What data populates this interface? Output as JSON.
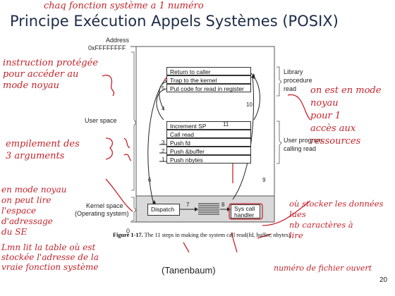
{
  "slide": {
    "title": "Principe Exécution Appels Systèmes (POSIX)",
    "page_number": "20",
    "attribution": "(Tanenbaum)"
  },
  "figure": {
    "address_label": "Address",
    "address_high": "0xFFFFFFFF",
    "address_low": "0",
    "user_space_label": "User space",
    "kernel_space_label": "Kernel space",
    "kernel_space_sub": "(Operating system)",
    "library_label": [
      "Library",
      "procedure",
      "read"
    ],
    "user_program_label": [
      "User program",
      "calling read"
    ],
    "library_steps": [
      "Return to caller",
      "Trap to the kernel",
      "Put code for read in register"
    ],
    "program_steps": [
      "Increment SP",
      "Call read",
      "Push fd",
      "Push &buffer",
      "Push nbytes"
    ],
    "step_numbers": {
      "n1": "1",
      "n2": "2",
      "n3": "3",
      "n4": "4",
      "n5": "5",
      "n6": "6",
      "n7": "7",
      "n8": "8",
      "n9": "9",
      "n10": "10",
      "n11": "11"
    },
    "dispatch_label": "Dispatch",
    "handler_label": [
      "Sys call",
      "handler"
    ],
    "caption_bold": "Figure 1-17.",
    "caption_text": "The 11 steps in making the system call read(fd, buffer, nbytes)."
  },
  "annotations": {
    "top": "chaq fonction système a 1 numéro",
    "left_1": [
      "instruction protégée",
      "pour accéder au",
      "mode noyau"
    ],
    "left_2": [
      "empilement des",
      "3 arguments"
    ],
    "left_3": [
      "en mode noyau",
      "on peut lire",
      "l'espace",
      "d'adressage",
      "du SE"
    ],
    "left_4": [
      "Lmn lit la table où est",
      "stockée l'adresse de la",
      "vraie fonction système"
    ],
    "right_1": [
      "on est en mode",
      "noyau",
      "pour 1",
      "accès aux",
      "ressources"
    ],
    "right_2": [
      "où stocker les données",
      "lues",
      "nb caractères à",
      "lire"
    ],
    "bottom_right": "numéro de fichier ouvert"
  },
  "colors": {
    "title": "#1b2b46",
    "ink": "#c4242c",
    "kernel_fill": "#d9d9d9"
  }
}
